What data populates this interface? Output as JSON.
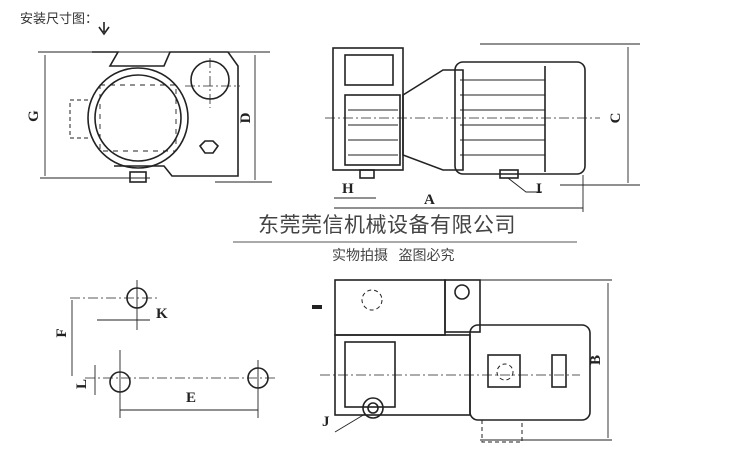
{
  "title": "安装尺寸图：",
  "watermark": "东莞莞信机械设备有限公司",
  "watermark_sub": "实物拍摄  盗图必究",
  "dimension_labels": {
    "G": "G",
    "D": "D",
    "C": "C",
    "H": "H",
    "A": "A",
    "I": "I",
    "F": "F",
    "K": "K",
    "L": "L",
    "E": "E",
    "B": "B",
    "J": "J"
  }
}
